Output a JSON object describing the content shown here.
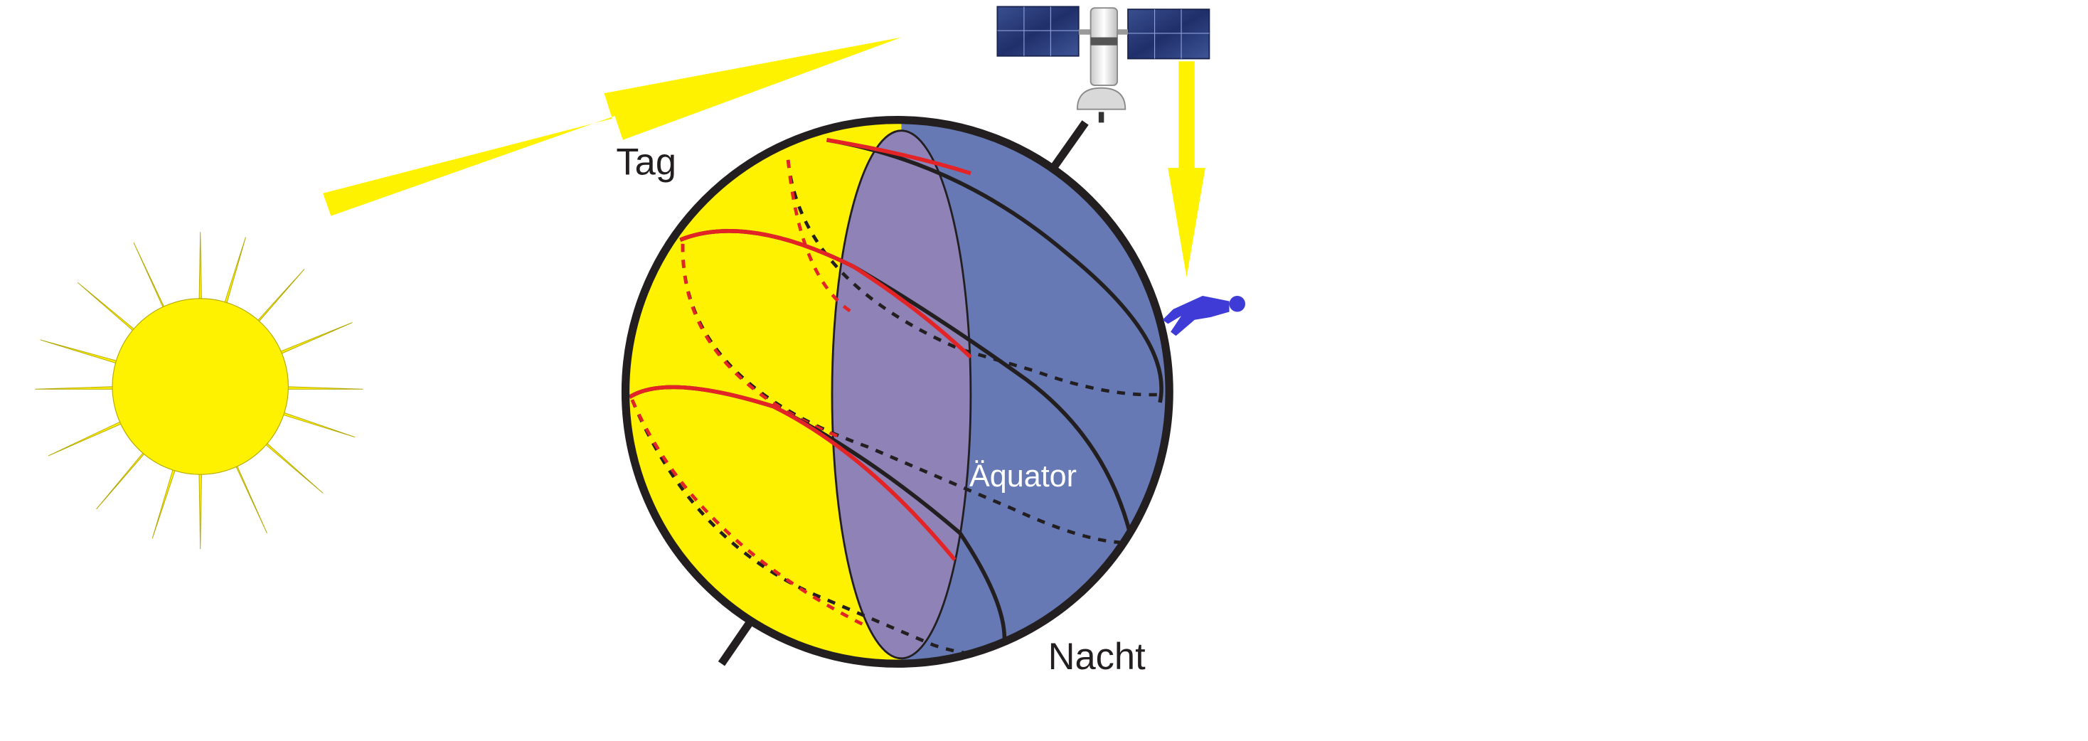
{
  "labels": {
    "day": "Tag",
    "night": "Nacht",
    "equator": "Äquator"
  },
  "colors": {
    "sun": "#FFF200",
    "day_side": "#FFF200",
    "night_side": "#6679B5",
    "terminator_disc": "#8E82B6",
    "latitude_line": "#E32427",
    "earth_outline": "#231F20",
    "person": "#3E3BD6"
  },
  "icons": {
    "sun": "sun-icon",
    "satellite": "satellite-icon",
    "person": "person-icon"
  }
}
